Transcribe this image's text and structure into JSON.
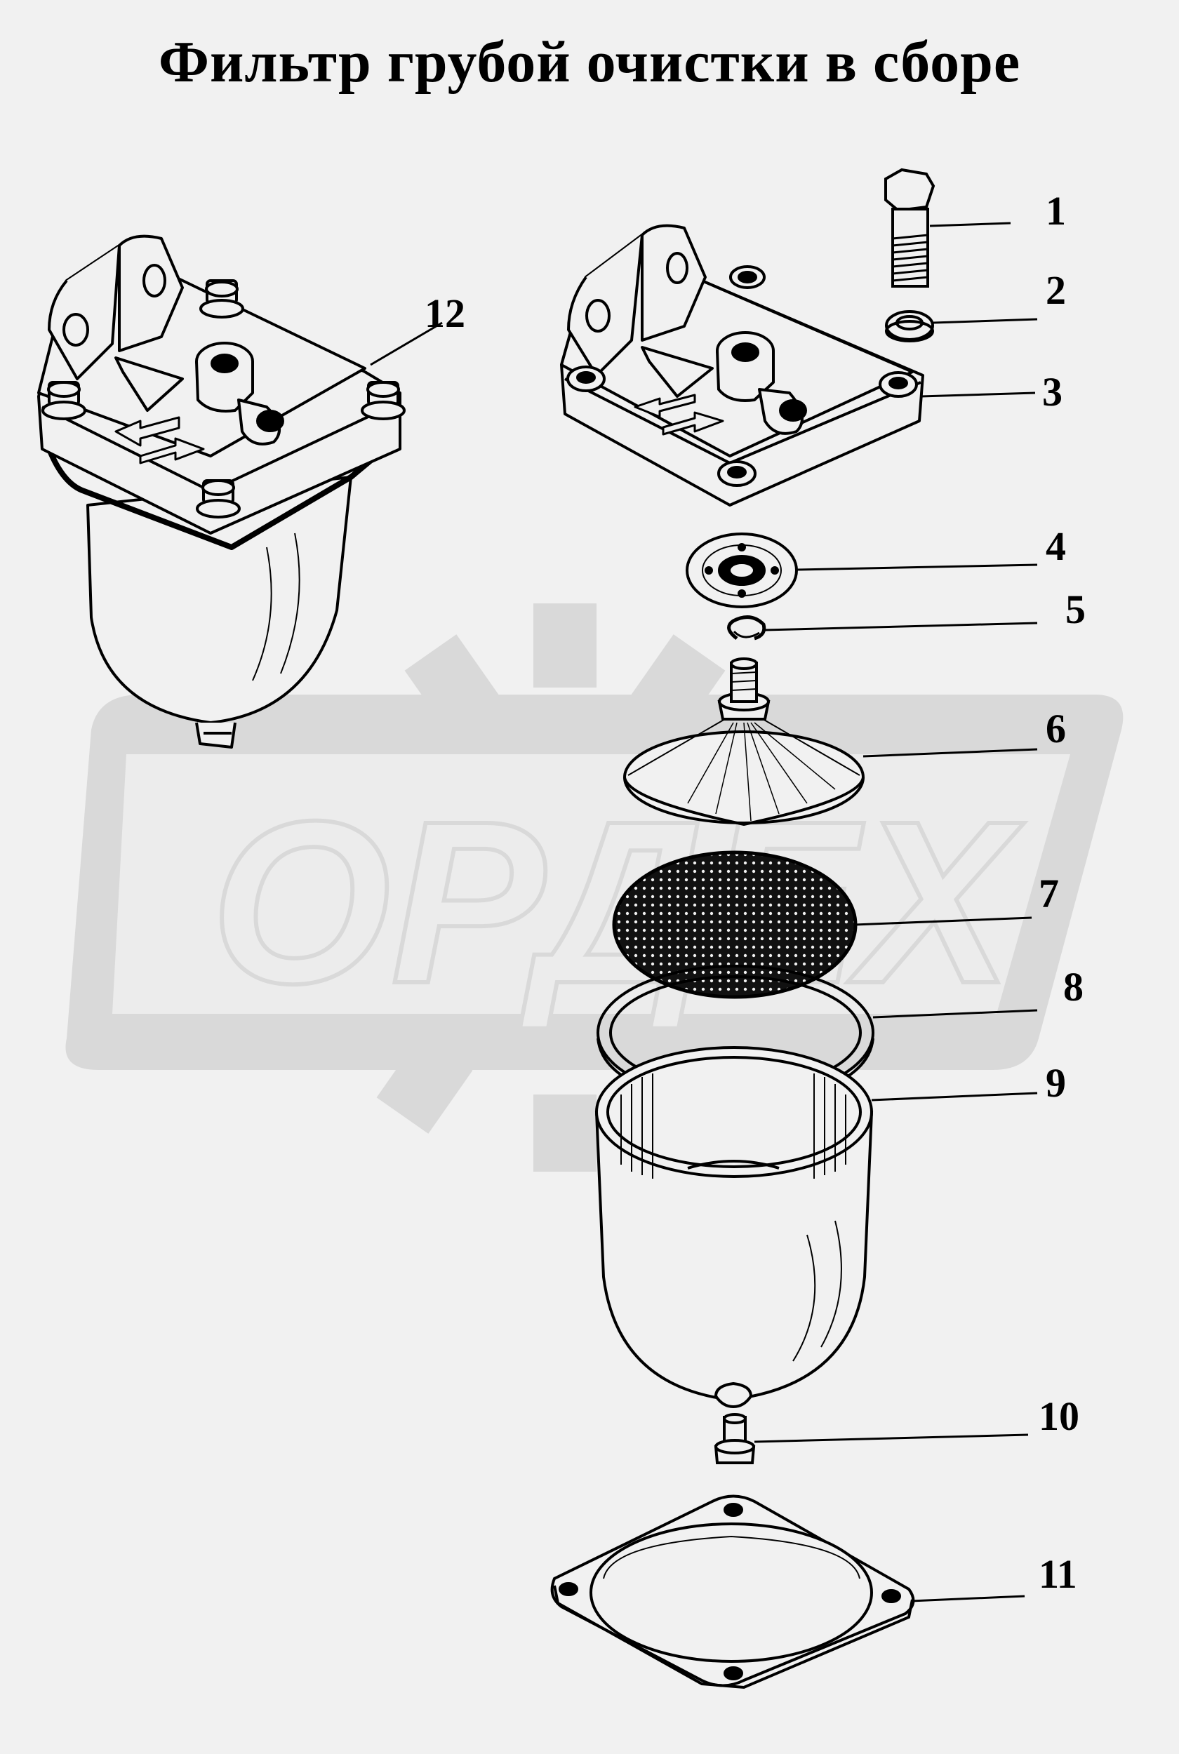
{
  "title": "Фильтр грубой очистки в сборе",
  "watermark": {
    "text": "ОРДЕХ",
    "color": "#d9d9d9"
  },
  "callouts": [
    {
      "id": "1",
      "label": "1"
    },
    {
      "id": "2",
      "label": "2"
    },
    {
      "id": "3",
      "label": "3"
    },
    {
      "id": "4",
      "label": "4"
    },
    {
      "id": "5",
      "label": "5"
    },
    {
      "id": "6",
      "label": "6"
    },
    {
      "id": "7",
      "label": "7"
    },
    {
      "id": "8",
      "label": "8"
    },
    {
      "id": "9",
      "label": "9"
    },
    {
      "id": "10",
      "label": "10"
    },
    {
      "id": "11",
      "label": "11"
    },
    {
      "id": "12",
      "label": "12"
    }
  ],
  "colors": {
    "background": "#f1f1f1",
    "line": "#000000",
    "watermark": "#d9d9d9"
  }
}
